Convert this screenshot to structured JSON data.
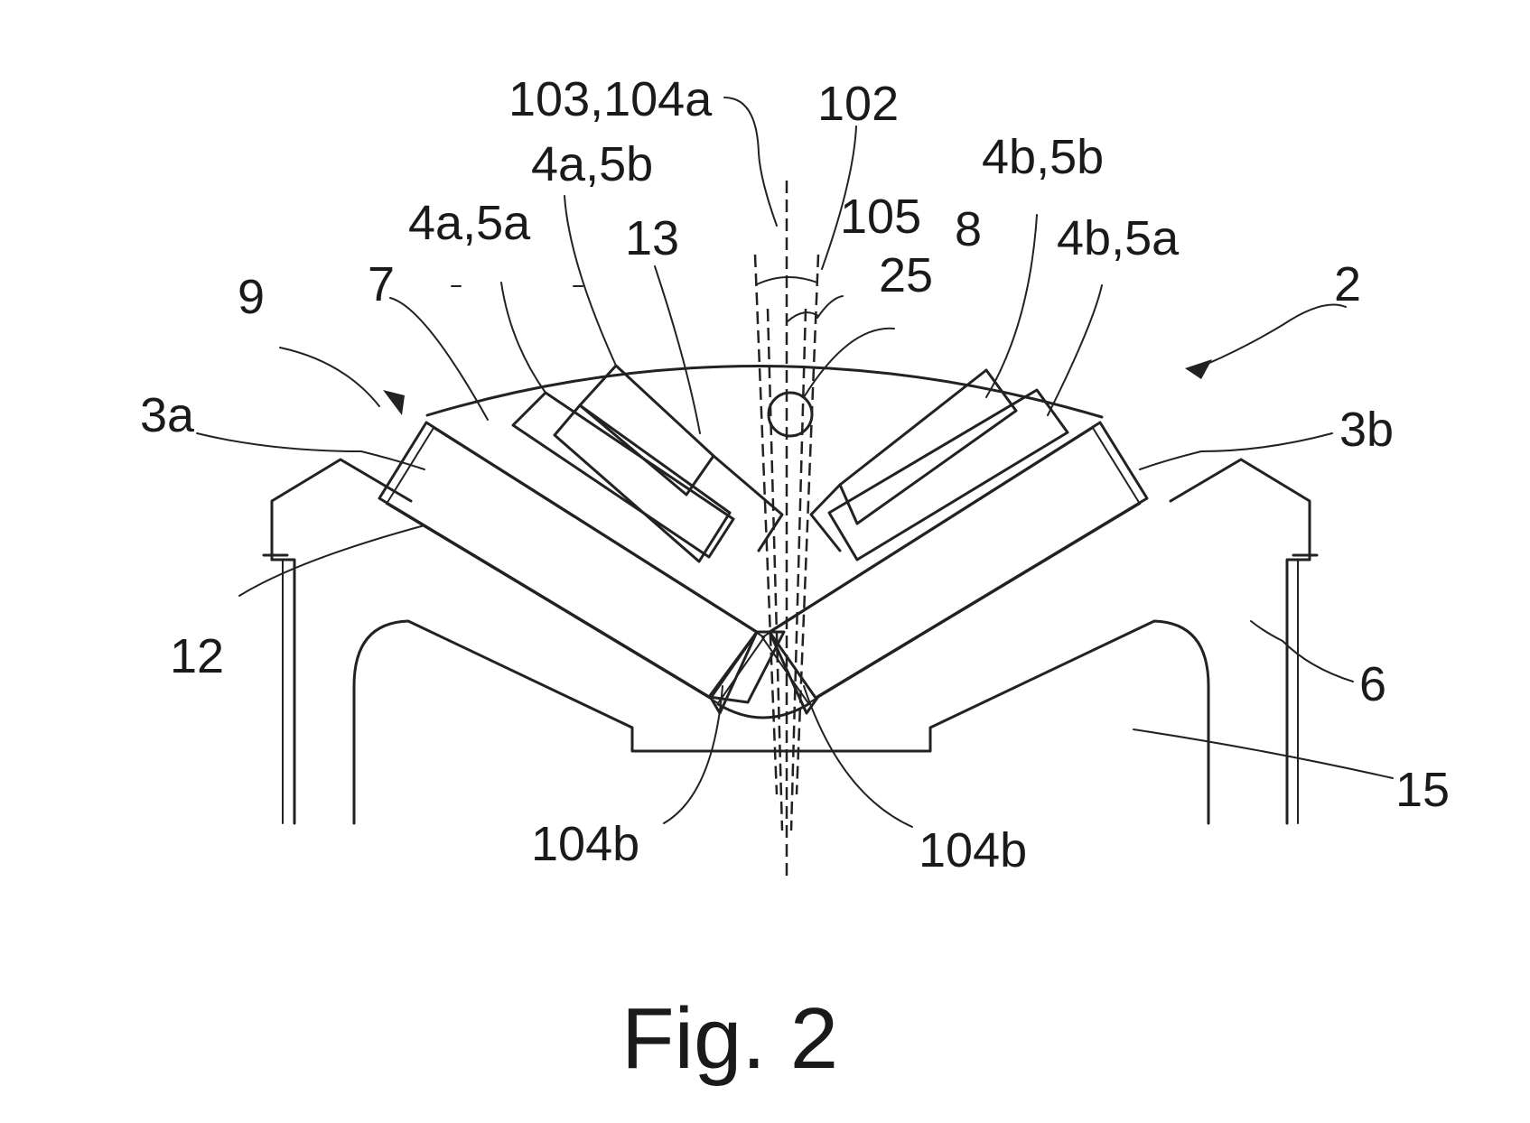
{
  "figure": {
    "caption": "Fig. 2",
    "labels": {
      "l_103_104a": "103,104a",
      "l_102": "102",
      "l_4a5b": "4a,5b",
      "l_4b5b": "4b,5b",
      "l_105": "105",
      "l_4a5a": "4a,5a",
      "l_13": "13",
      "l_8": "8",
      "l_4b5a": "4b,5a",
      "l_25": "25",
      "l_2": "2",
      "l_9": "9",
      "l_7": "7",
      "l_3a": "3a",
      "l_3b": "3b",
      "l_12": "12",
      "l_6": "6",
      "l_15": "15",
      "l_104b_left": "104b",
      "l_104b_right": "104b"
    }
  }
}
